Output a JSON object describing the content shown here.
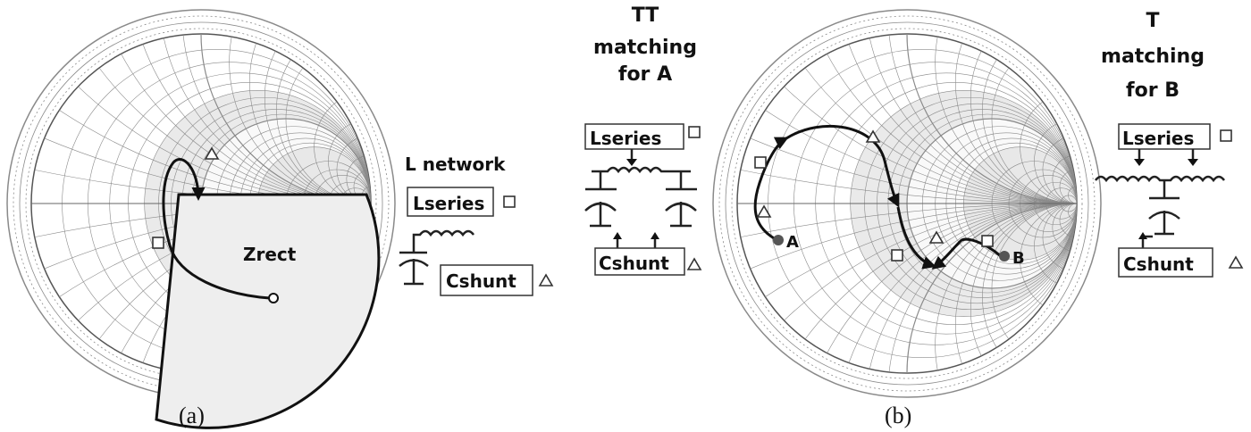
{
  "panel_a": {
    "caption": "(a)",
    "region_label": "Zrect",
    "network_title": "L network",
    "lseries_label": "Lseries",
    "cshunt_label": "Cshunt"
  },
  "pi_network": {
    "title_line1": "TT",
    "title_line2": "matching",
    "title_line3": "for A",
    "lseries_label": "Lseries",
    "cshunt_label": "Cshunt"
  },
  "panel_b": {
    "caption": "(b)",
    "point_a": "A",
    "point_b": "B"
  },
  "t_network": {
    "title_line1": "T",
    "title_line2": "matching",
    "title_line3": "for B",
    "lseries_label": "Lseries",
    "cshunt_label": "Cshunt"
  },
  "legend_symbols": {
    "lseries": "square",
    "cshunt": "triangle"
  },
  "colors": {
    "chart_grid": "#8a8a8a",
    "shade": "#d8d8d8",
    "region_fill": "#eeeeee",
    "ink": "#111111"
  }
}
